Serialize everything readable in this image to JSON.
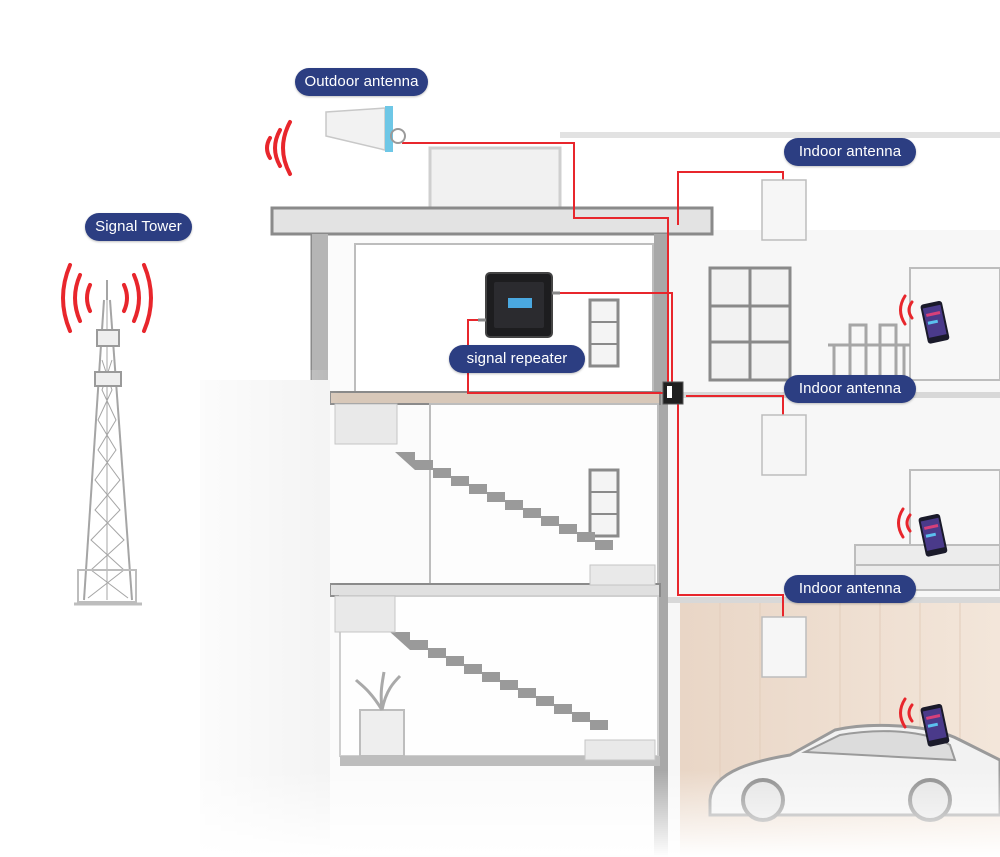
{
  "labels": {
    "outdoor_antenna": "Outdoor antenna",
    "signal_tower": "Signal Tower",
    "signal_repeater": "signal repeater",
    "indoor_antenna_1": "Indoor antenna",
    "indoor_antenna_2": "Indoor antenna",
    "indoor_antenna_3": "Indoor antenna"
  },
  "colors": {
    "label_bg": "#2c3e82",
    "label_text": "#ffffff",
    "cable": "#e8262c",
    "signal_wave": "#e8262c",
    "structure": "#8a8a8a"
  },
  "icons": [
    "signal-wave-icon",
    "cell-tower-icon",
    "outdoor-antenna-icon",
    "repeater-icon",
    "indoor-antenna-icon",
    "smartphone-icon",
    "splitter-icon"
  ]
}
